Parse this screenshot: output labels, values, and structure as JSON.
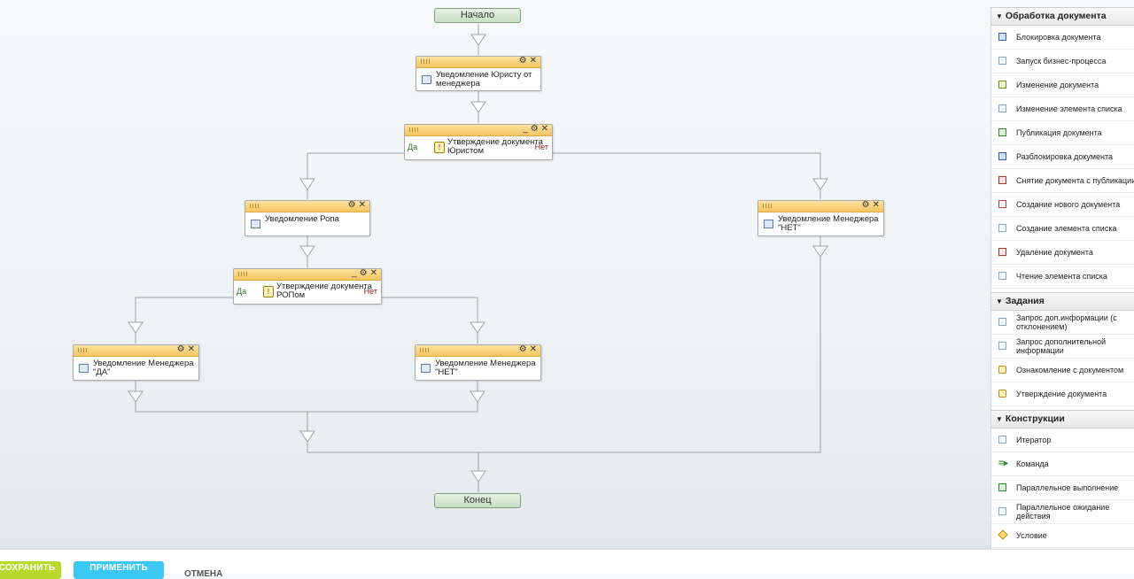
{
  "flow": {
    "start": "Начало",
    "end": "Конец",
    "yes": "Да",
    "no": "Нет",
    "n1": "Уведомление Юристу от менеджера",
    "c1": "Утверждение документа Юристом",
    "n2": "Уведомление Ропа",
    "n3": "Уведомление Менеджера \"НЕТ\"",
    "c2": "Утверждение документа РОПом",
    "n4": "Уведомление Менеджера \"ДА\"",
    "n5": "Уведомление Менеджера \"НЕТ\""
  },
  "palette": {
    "groups": [
      {
        "title": "Обработка документа",
        "items": [
          {
            "label": "Блокировка документа",
            "icon": "lock-document-icon"
          },
          {
            "label": "Запуск бизнес-процесса",
            "icon": "activity-icon"
          },
          {
            "label": "Изменение документа",
            "icon": "edit-document-icon"
          },
          {
            "label": "Изменение элемента списка",
            "icon": "activity-icon"
          },
          {
            "label": "Публикация документа",
            "icon": "publish-icon"
          },
          {
            "label": "Разблокировка документа",
            "icon": "unlock-document-icon"
          },
          {
            "label": "Снятие документа с публикации",
            "icon": "unpublish-icon"
          },
          {
            "label": "Создание нового документа",
            "icon": "new-document-icon"
          },
          {
            "label": "Создание элемента списка",
            "icon": "activity-icon"
          },
          {
            "label": "Удаление документа",
            "icon": "delete-document-icon"
          },
          {
            "label": "Чтение элемента списка",
            "icon": "activity-icon"
          }
        ]
      },
      {
        "title": "Задания",
        "items": [
          {
            "label": "Запрос доп.информации (с отклонением)",
            "icon": "activity-icon"
          },
          {
            "label": "Запрос дополнительной информации",
            "icon": "activity-icon"
          },
          {
            "label": "Ознакомление с документом",
            "icon": "approval-icon"
          },
          {
            "label": "Утверждение документа",
            "icon": "approval-icon"
          }
        ]
      },
      {
        "title": "Конструкции",
        "items": [
          {
            "label": "Итератор",
            "icon": "activity-icon"
          },
          {
            "label": "Команда",
            "icon": "command-icon"
          },
          {
            "label": "Параллельное выполнение",
            "icon": "parallel-icon"
          },
          {
            "label": "Параллельное ожидание действия",
            "icon": "parallel-wait-icon"
          },
          {
            "label": "Условие",
            "icon": "condition-icon"
          }
        ]
      }
    ]
  },
  "bottom": {
    "save": "СОХРАНИТЬ",
    "apply": "ПРИМЕНИТЬ",
    "cancel": "ОТМЕНА"
  },
  "colors": {
    "activity_header": "#f6c45f",
    "terminal": "#c7dfc2",
    "save_button": "#b8d92b",
    "apply_button": "#3bc8f5",
    "connector": "#9aa3ab"
  }
}
